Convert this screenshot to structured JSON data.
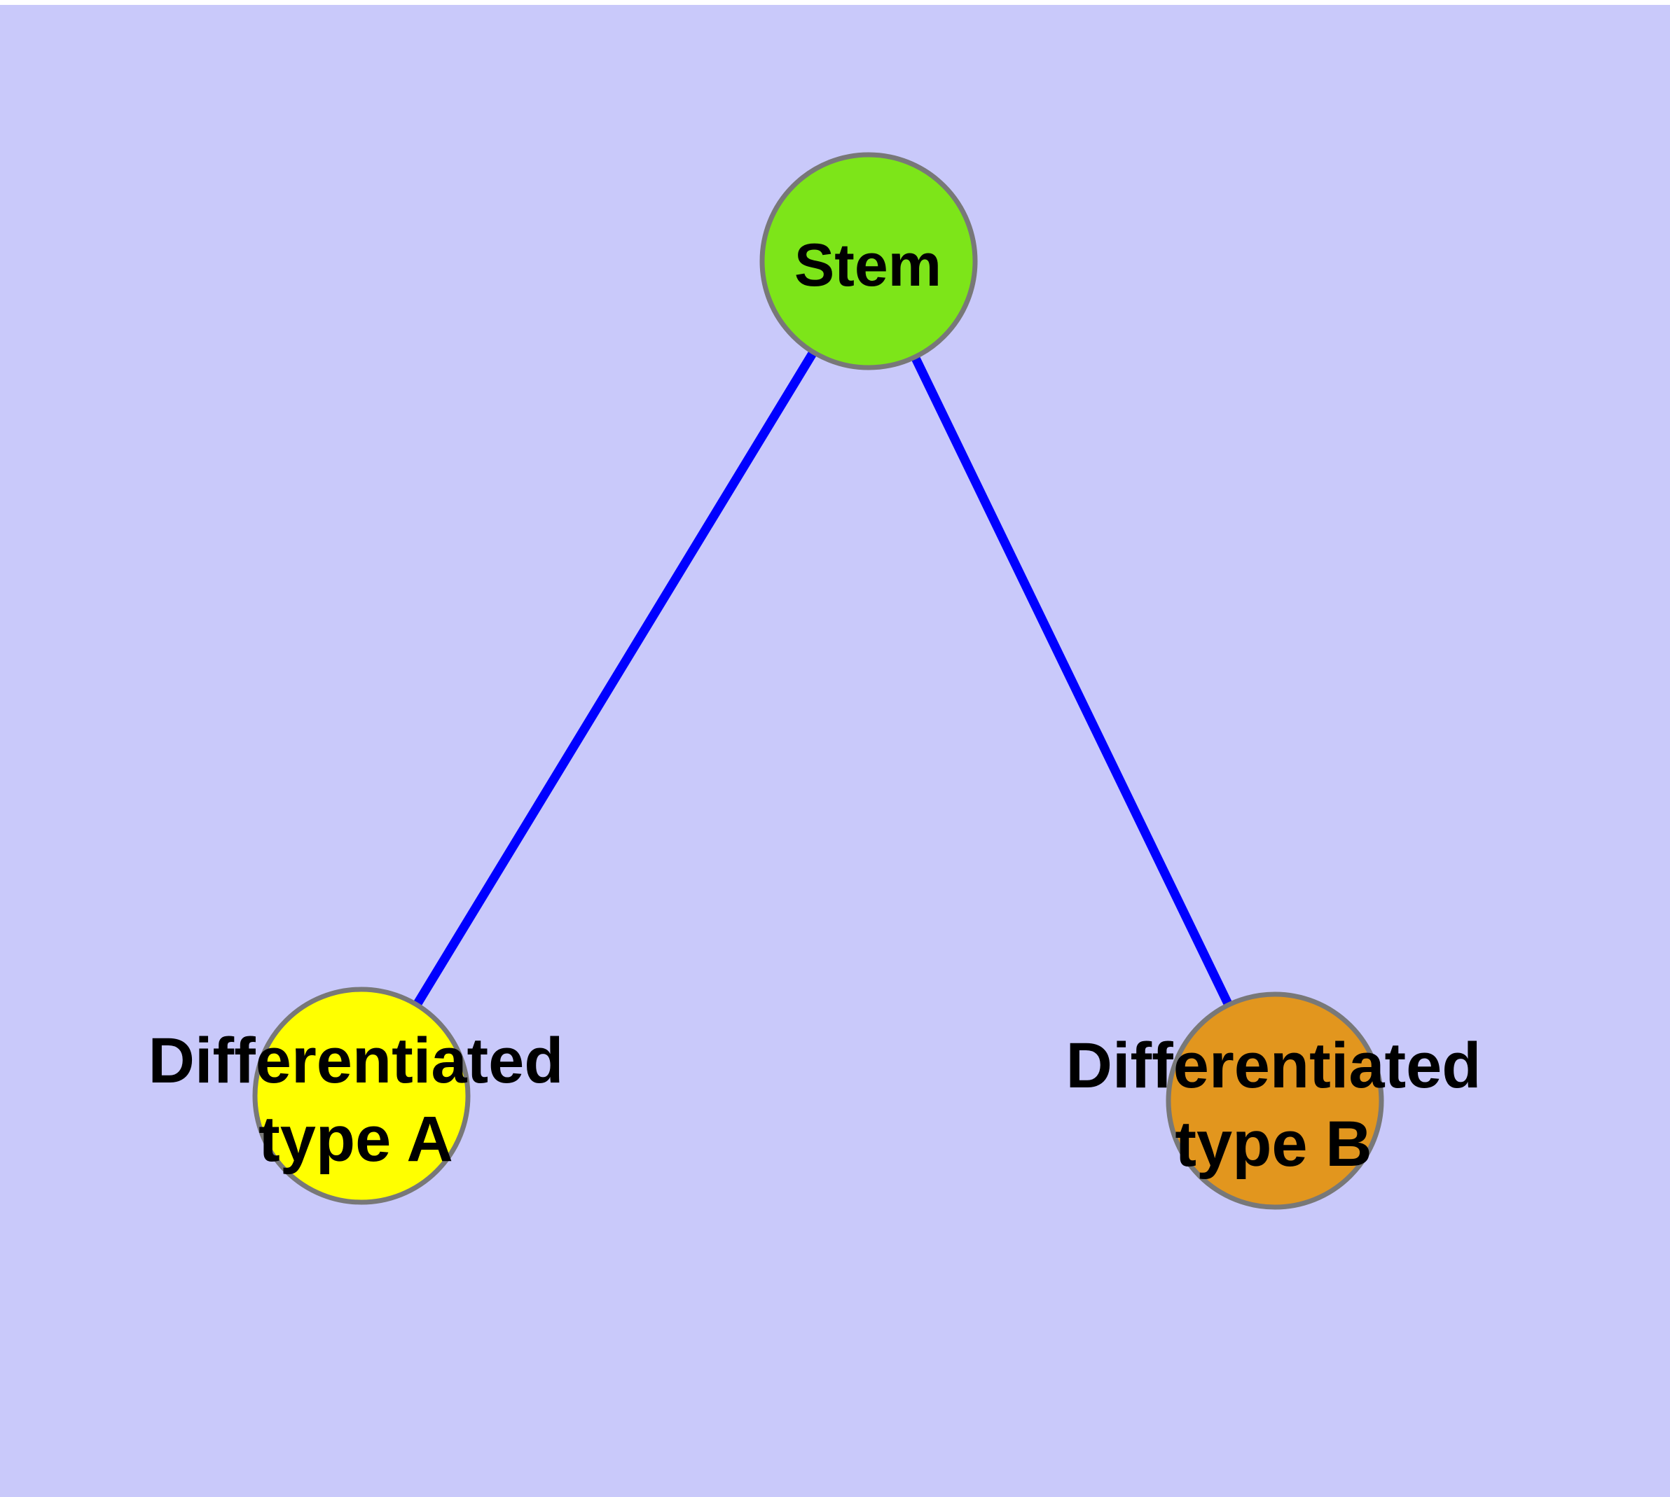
{
  "diagram": {
    "type": "graph",
    "description": "Stem cell differentiation tree with one root node and two leaf nodes",
    "background_color": "#c9c9fa",
    "top_margin_color": "#ffffff",
    "edge_color": "#0000ff",
    "node_border_color": "#787878",
    "text_color": "#000000",
    "nodes": {
      "stem": {
        "label": "Stem",
        "color": "#7de519"
      },
      "type_a": {
        "label_line1": "Differentiated",
        "label_line2": "type A",
        "label_full": "Differentiated type A",
        "color": "#ffff00"
      },
      "type_b": {
        "label_line1": "Differentiated",
        "label_line2": "type B",
        "label_full": "Differentiated type B",
        "color": "#e2961e"
      }
    },
    "edges": [
      {
        "from": "Stem",
        "to": "Differentiated type A"
      },
      {
        "from": "Stem",
        "to": "Differentiated type B"
      }
    ]
  }
}
